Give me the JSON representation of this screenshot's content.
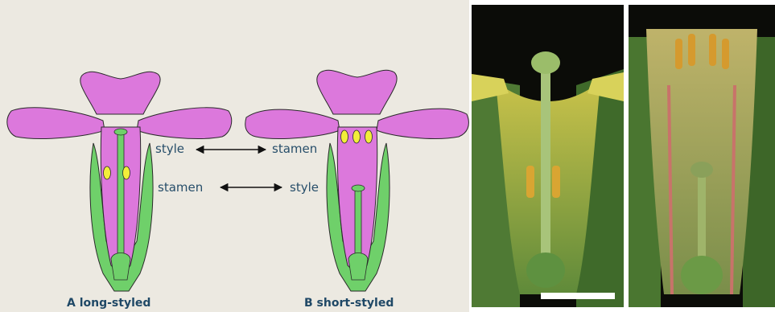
{
  "labels": {
    "row1_left": "style",
    "row1_right": "stamen",
    "row2_left": "stamen",
    "row2_right": "style"
  },
  "captions": {
    "a": "A long-styled",
    "b": "B short-styled"
  },
  "colors": {
    "petal": "#dc78dc",
    "petal_stroke": "#2a2a2a",
    "sepal": "#6fd06a",
    "anther": "#f2ee3a",
    "label": "#274e6a",
    "background": "#ece9e1"
  }
}
